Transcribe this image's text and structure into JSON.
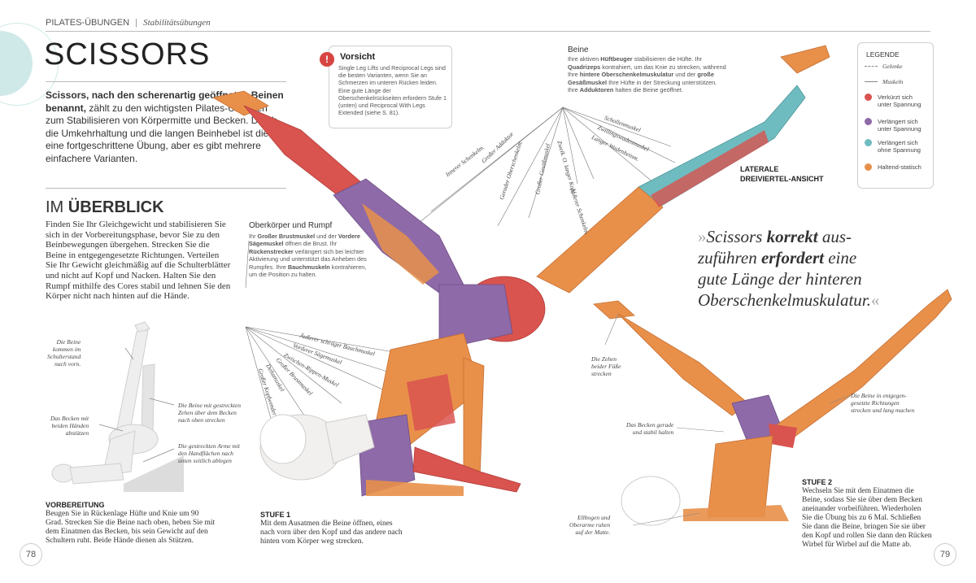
{
  "header": {
    "section": "PILATES-ÜBUNGEN",
    "separator": "|",
    "subsection": "Stabilitätsübungen"
  },
  "title": "SCISSORS",
  "intro": {
    "bold": "Scissors, nach den scherenartig geöffneten Beinen benannt,",
    "rest": " zählt zu den wichtigsten Pilates-Übungen zum Stabilisieren von Körpermitte und Becken. Durch die Umkehrhaltung und die langen Beinhebel ist dies eine fortgeschrittene Übung, aber es gibt mehrere einfachere Varianten."
  },
  "overview": {
    "heading_light": "IM",
    "heading_bold": "ÜBERBLICK",
    "text": "Finden Sie Ihr Gleichgewicht und stabilisieren Sie sich in der Vorbereitungsphase, bevor Sie zu den Beinbewegungen übergehen. Strecken Sie die Beine in entgegengesetzte Richtungen. Verteilen Sie Ihr Gewicht gleichmäßig auf die Schulterblätter und nicht auf Kopf und Nacken. Halten Sie den Rumpf mithilfe des Cores stabil und lehnen Sie den Körper nicht nach hinten auf die Hände."
  },
  "prep_callouts": [
    "Die Beine\nkommen im\nSchulterstand\nnach vorn.",
    "Das Becken mit\nbeiden Händen\nabstützen",
    "Die Beine mit gestreckten\nZehen über dem Becken\nnach oben strecken",
    "Die gestreckten Arme mit\nden Handflächen nach\nunten seitlich ablegen"
  ],
  "vorbereitung": {
    "label": "VORBEREITUNG",
    "text": "Beugen Sie in Rückenlage Hüfte und Knie um 90 Grad. Strecken Sie die Beine nach oben, heben Sie mit dem Einatmen das Becken, bis sein Gewicht auf den Schultern ruht. Beide Hände dienen als Stützen."
  },
  "page_left": "78",
  "page_right": "79",
  "warning": {
    "icon": "!",
    "title": "Vorsicht",
    "text": "Single Leg Lifts und Reciprocal Legs sind die besten Varianten, wenn Sie an Schmerzen im unteren Rücken leiden. Eine gute Länge der Oberschenkelrückseiten erfordern Stufe 1 (unten) und Reciprocal With Legs Extended (siehe S. 81)."
  },
  "beine": {
    "title": "Beine",
    "t1": "Ihre aktiven ",
    "b1": "Hüftbeuger",
    "t2": " stabilisieren die Hüfte. Ihr ",
    "b2": "Quadrizeps",
    "t3": " kontrahiert, um das Knie zu strecken, während Ihre ",
    "b3": "hintere Oberschenkelmuskulatur",
    "t4": " und der ",
    "b4": "große Gesäßmuskel",
    "t5": " Ihre Hüfte in der Streckung unterstützen. Ihre ",
    "b5": "Adduktoren",
    "t6": " halten die Beine geöffnet."
  },
  "leg_muscles": [
    "Innerer Schenkelm.",
    "Großer Adduktor",
    "Gerader Oberschenkelm.",
    "Großer Gesäßmuskel",
    "Äußerer Schenkelm.",
    "Zweik. O. langer Kopf",
    "Schollenmuskel",
    "Zwillingswadenmuskel",
    "Langer Wadenbeinm."
  ],
  "upper": {
    "title_a": "Ober",
    "title_b": "körper",
    "title_c": " und ",
    "title_d": "Rumpf",
    "t1": "Ihr ",
    "b1": "Großer Brustmuskel",
    "t2": " und der ",
    "b2": "Vordere Sägemuskel",
    "t3": " öffnen die Brust. Ihr ",
    "b3": "Rückenstrecker",
    "t4": " verlängert sich bei leichter Aktivierung und unterstützt das Anheben des Rumpfes. Ihre ",
    "b4": "Bauchmuskeln",
    "t5": " kontrahieren, um die Position zu halten."
  },
  "trunk_muscles": [
    "Äußerer schräger Bauchmuskel",
    "Vorderer Sägemuskel",
    "Zwischen-Rippen-Muskel",
    "Großer Brustmuskel",
    "Deltamuskel",
    "Großer Kopfwender"
  ],
  "lateral_label": "LATERALE\nDREIVIERTEL-ANSICHT",
  "legend": {
    "title": "LEGENDE",
    "joints": "Gelenke",
    "muscles": "Muskeln",
    "items": [
      {
        "label": "Verkürzt sich unter Spannung",
        "color": "#d9534f"
      },
      {
        "label": "Verlängert sich unter Spannung",
        "color": "#8e6aa8"
      },
      {
        "label": "Verlängert sich ohne Spannung",
        "color": "#6fbcc0"
      },
      {
        "label": "Haltend-statisch",
        "color": "#e8904a"
      }
    ]
  },
  "quote": {
    "open": "»",
    "p1": "Scissors ",
    "b1": "korrekt",
    "p2": " aus-zuführen ",
    "b2": "erfordert",
    "p3": " eine gute Länge der hinteren Oberschenkelmuskulatur.",
    "close": "«"
  },
  "stufe1": {
    "label": "STUFE 1",
    "text": "Mit dem Ausatmen die Beine öffnen, eines nach vorn über den Kopf und das andere nach hinten vom Körper weg strecken."
  },
  "stufe2": {
    "label": "STUFE 2",
    "text": "Wechseln Sie mit dem Einatmen die Beine, sodass Sie sie über dem Becken aneinander vorbeiführen. Wiederholen Sie die Übung bis zu 6 Mal. Schließen Sie dann die Beine, bringen Sie sie über den Kopf und rollen Sie dann den Rücken Wirbel für Wirbel auf die Matte ab."
  },
  "stage2_callouts": [
    "Die Zehen\nbeider Füße\nstrecken",
    "Das Becken gerade\nund stabil halten",
    "Ellbogen und\nOberarme ruhen\nauf der Matte.",
    "Die Beine in entgegen-\ngesetzte Richtungen\nstrecken und lang machen"
  ],
  "figure_colors": {
    "contract": "#d9534f",
    "lengthen": "#8e6aa8",
    "passive": "#6fbcc0",
    "static": "#e8904a",
    "skin": "#f2f0ee"
  }
}
